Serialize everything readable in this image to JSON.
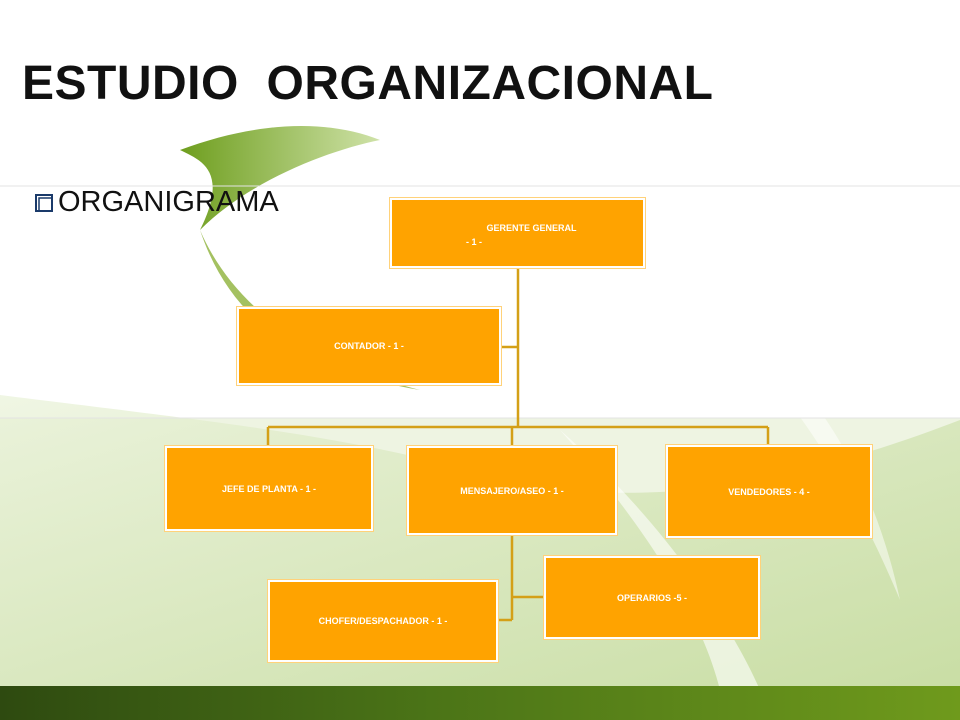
{
  "slide": {
    "title": "ESTUDIO  ORGANIZACIONAL",
    "subtitle": "ORGANIGRAMA"
  },
  "org_chart": {
    "gerente": {
      "label": "GERENTE GENERAL",
      "count": "- 1 -"
    },
    "contador": "CONTADOR - 1 -",
    "jefe_planta": "JEFE DE PLANTA  - 1 -",
    "mensajero": "MENSAJERO/ASEO  - 1 -",
    "vendedores": "VENDEDORES - 4 -",
    "chofer": "CHOFER/DESPACHADOR - 1 -",
    "operarios": "OPERARIOS  -5 -"
  },
  "colors": {
    "box_fill": "#FFA300",
    "connector": "#D4A017",
    "footer": "#4B7417"
  }
}
